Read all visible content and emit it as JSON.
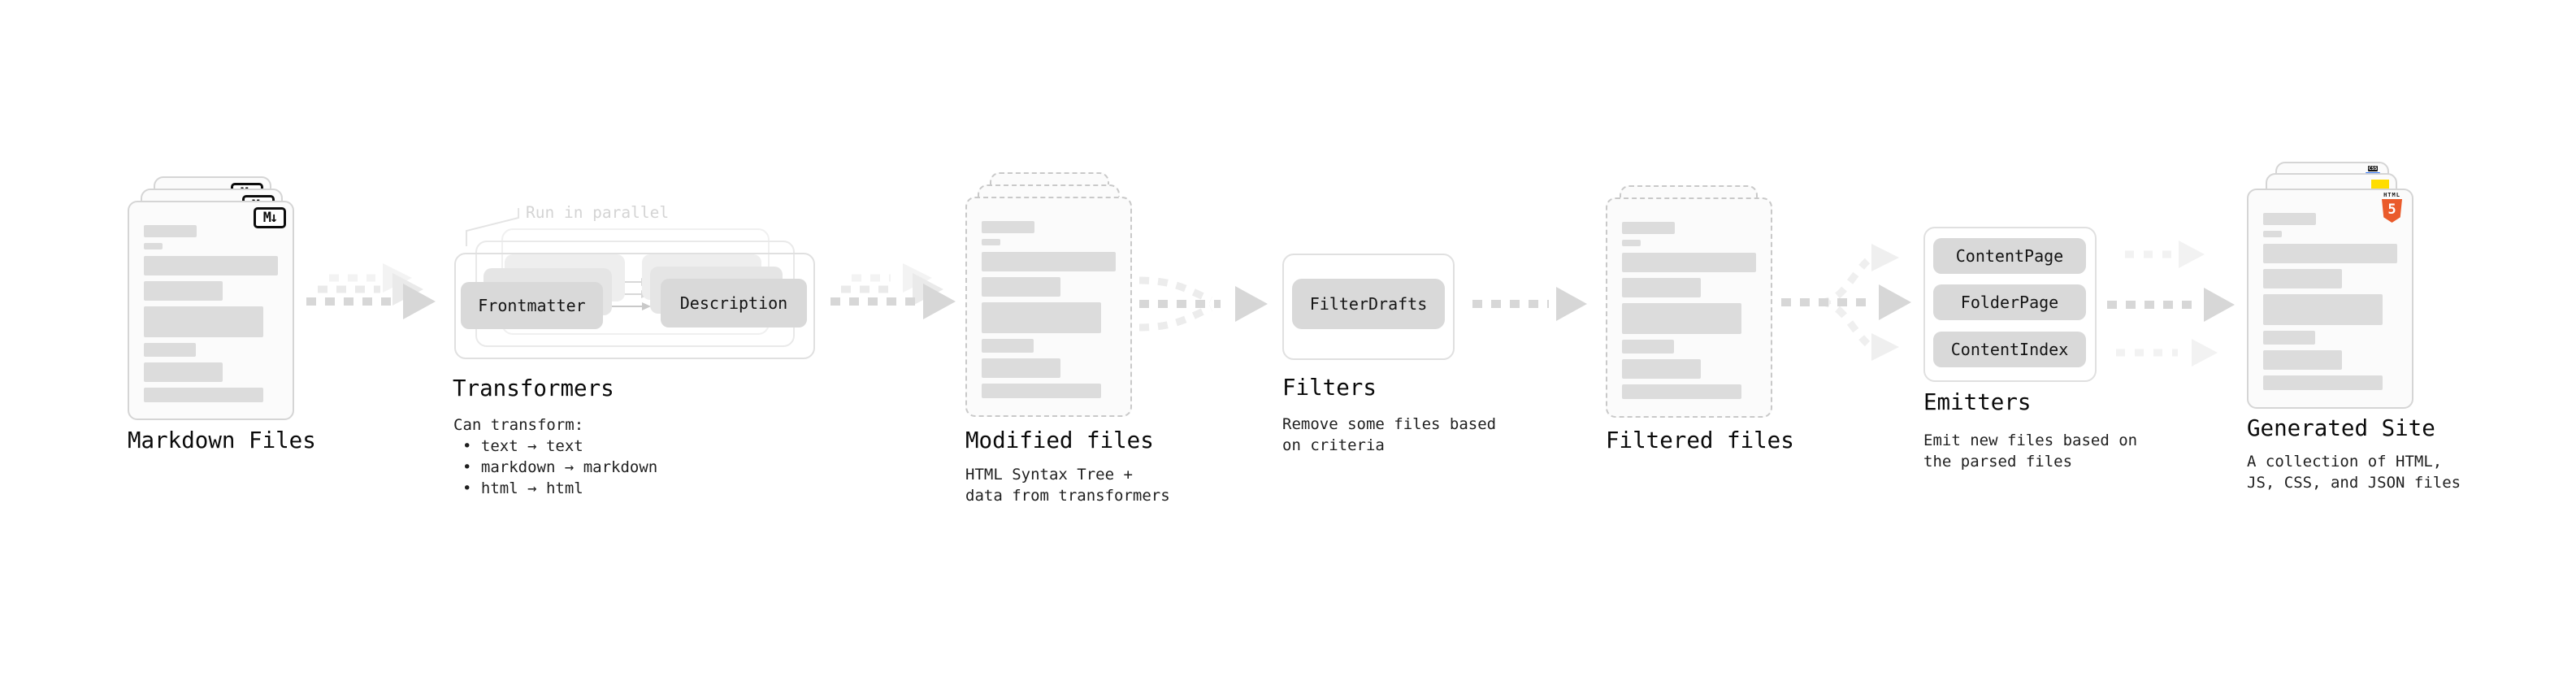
{
  "diagram": {
    "stages": [
      {
        "name": "markdown-files",
        "label": "Markdown Files",
        "badge": "M↓"
      },
      {
        "name": "transformers",
        "label": "Transformers",
        "annotation": "Run in parallel",
        "pills": [
          "Frontmatter",
          "Description"
        ],
        "description": [
          "Can transform:",
          "• text → text",
          "• markdown → markdown",
          "• html → html"
        ]
      },
      {
        "name": "modified-files",
        "label": "Modified files",
        "description": [
          "HTML Syntax Tree +",
          "data from transformers"
        ]
      },
      {
        "name": "filters",
        "label": "Filters",
        "pills": [
          "FilterDrafts"
        ],
        "description": [
          "Remove some files based",
          "on criteria"
        ]
      },
      {
        "name": "filtered-files",
        "label": "Filtered files"
      },
      {
        "name": "emitters",
        "label": "Emitters",
        "pills": [
          "ContentPage",
          "FolderPage",
          "ContentIndex"
        ],
        "description": [
          "Emit new files based on",
          "the parsed files"
        ]
      },
      {
        "name": "generated-site",
        "label": "Generated Site",
        "badges": {
          "css": "CSS",
          "html": "HTML",
          "five": "5"
        },
        "description": [
          "A collection of HTML,",
          "JS, CSS, and JSON files"
        ]
      }
    ],
    "colors": {
      "card_border": "#d5d5d5",
      "placeholder_bar": "#dcdcdc",
      "pill_fill": "#d9d9d9",
      "arrow_main": "#d7d7d7",
      "arrow_faded": "#efefef",
      "html5_orange": "#ea5b2b",
      "js_yellow": "#ffdd00",
      "css_blue": "#2c6fef"
    }
  }
}
